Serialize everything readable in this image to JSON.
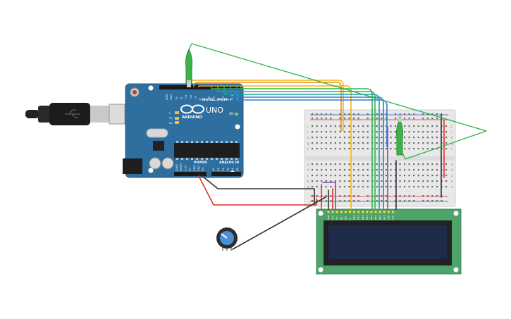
{
  "arduino": {
    "brand": "ARDUINO",
    "model": "UNO",
    "digital_label": "DIGITAL (PWM~)",
    "power_label": "POWER",
    "analog_label": "ANALOG IN",
    "pin_aref": "AREF",
    "pin_gnd": "GND",
    "pin_labels_digital": [
      "13",
      "12",
      "~11",
      "~10",
      "~9",
      "8",
      "7",
      "~6",
      "~5",
      "4",
      "~3",
      "2",
      "TX 1",
      "RX 0"
    ],
    "pin_labels_power": [
      "IOREF",
      "RESET",
      "3.3V",
      "5V",
      "GND",
      "GND",
      "Vin"
    ],
    "pin_labels_analog": [
      "A0",
      "A1",
      "A2",
      "A3",
      "A4",
      "A5"
    ],
    "leds": [
      "L",
      "TX",
      "RX"
    ],
    "on_led": "ON"
  },
  "breadboard": {
    "row_letters_top": [
      "j",
      "i",
      "h",
      "g",
      "f"
    ],
    "row_letters_bottom": [
      "e",
      "d",
      "c",
      "b",
      "a"
    ]
  },
  "lcd": {
    "pin_labels": [
      "GND",
      "VCC",
      "V0",
      "RS",
      "RW",
      "E",
      "DB0",
      "DB1",
      "DB2",
      "DB3",
      "DB4",
      "DB5",
      "DB6",
      "DB7",
      "LED",
      "LED"
    ]
  },
  "colors": {
    "arduino_board": "#2f6f9f",
    "breadboard": "#e8e8e8",
    "lcd_pcb": "#4ea36a",
    "lcd_screen": "#1e2b4a",
    "wire_red": "#e0312a",
    "wire_black": "#333333",
    "wire_green": "#2eb24c",
    "wire_yellow": "#f2b705",
    "wire_orange": "#f08a24",
    "wire_blue": "#2a7fd4",
    "wire_purple": "#8a3fb5",
    "wire_teal": "#1fa0a0",
    "clip": "#3bb34a"
  }
}
